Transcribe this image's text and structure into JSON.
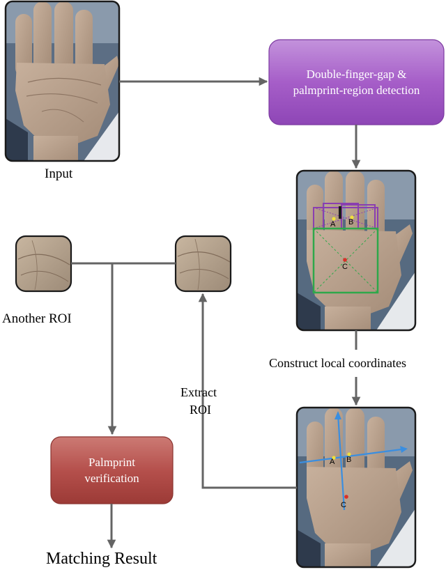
{
  "labels": {
    "input": "Input",
    "detection": "Double-finger-gap & palmprint-region detection",
    "construct": "Construct local coordinates",
    "extract_line1": "Extract",
    "extract_line2": "ROI",
    "another_roi": "Another ROI",
    "verification": "Palmprint verification",
    "result": "Matching Result"
  },
  "points": {
    "a": "A",
    "b": "B",
    "c": "C"
  },
  "colors": {
    "detection_box": "#a65ec8",
    "verification_box": "#b5504c",
    "arrow": "#646464",
    "green_box": "#2ea84a",
    "purple_box": "#8a3fb0",
    "axis_blue": "#3a8ee0",
    "point_yellow": "#f0e03a",
    "point_red": "#d8302a"
  }
}
